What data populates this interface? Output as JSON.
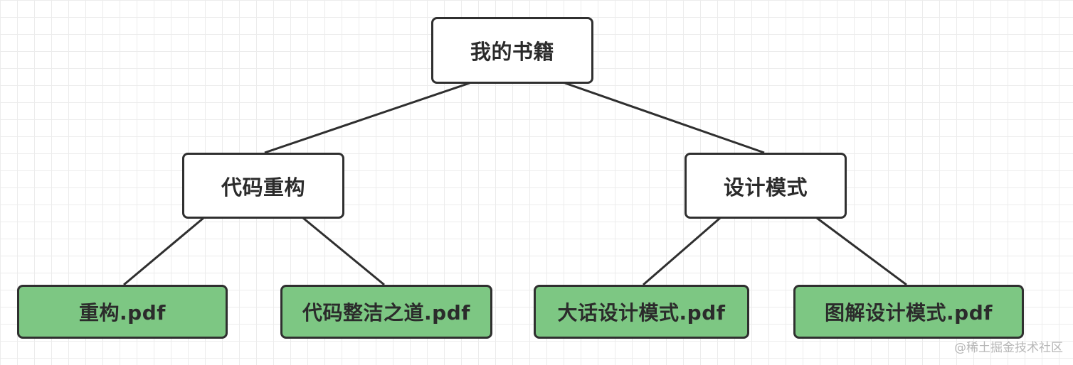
{
  "root": {
    "label": "我的书籍"
  },
  "categories": [
    {
      "label": "代码重构",
      "files": [
        "重构.pdf",
        "代码整洁之道.pdf"
      ]
    },
    {
      "label": "设计模式",
      "files": [
        "大话设计模式.pdf",
        "图解设计模式.pdf"
      ]
    }
  ],
  "colors": {
    "border": "#2f2f2f",
    "folder_fill": "#ffffff",
    "file_fill": "#7dc783",
    "text": "#2b2b2b",
    "grid": "#ececec"
  },
  "watermark": "@稀土掘金技术社区"
}
